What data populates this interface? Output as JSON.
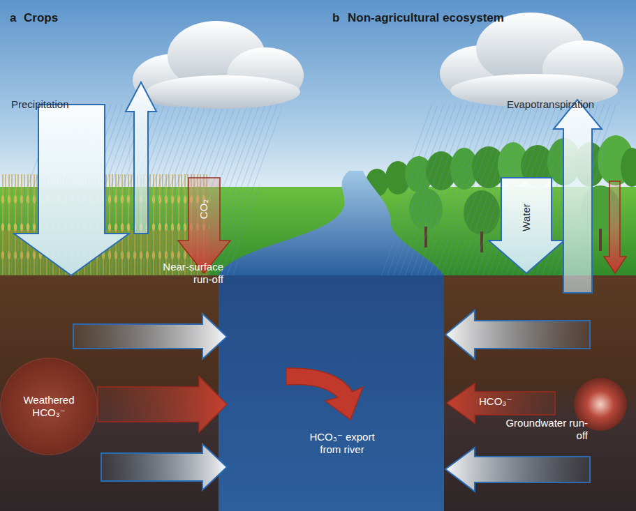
{
  "diagram": {
    "nodes": [
      {
        "text": [
          "Weathered HCO₃⁻"
        ]
      }
    ],
    "labels": [
      "a",
      "Crops",
      "b",
      "Non-agricultural ecosystem",
      "Precipitation",
      "Evapotranspiration",
      "CO₂",
      "Water",
      "Near-surface run-off",
      "HCO₃⁻",
      "Groundwater run-off",
      "HCO₃⁻ export from river"
    ]
  }
}
